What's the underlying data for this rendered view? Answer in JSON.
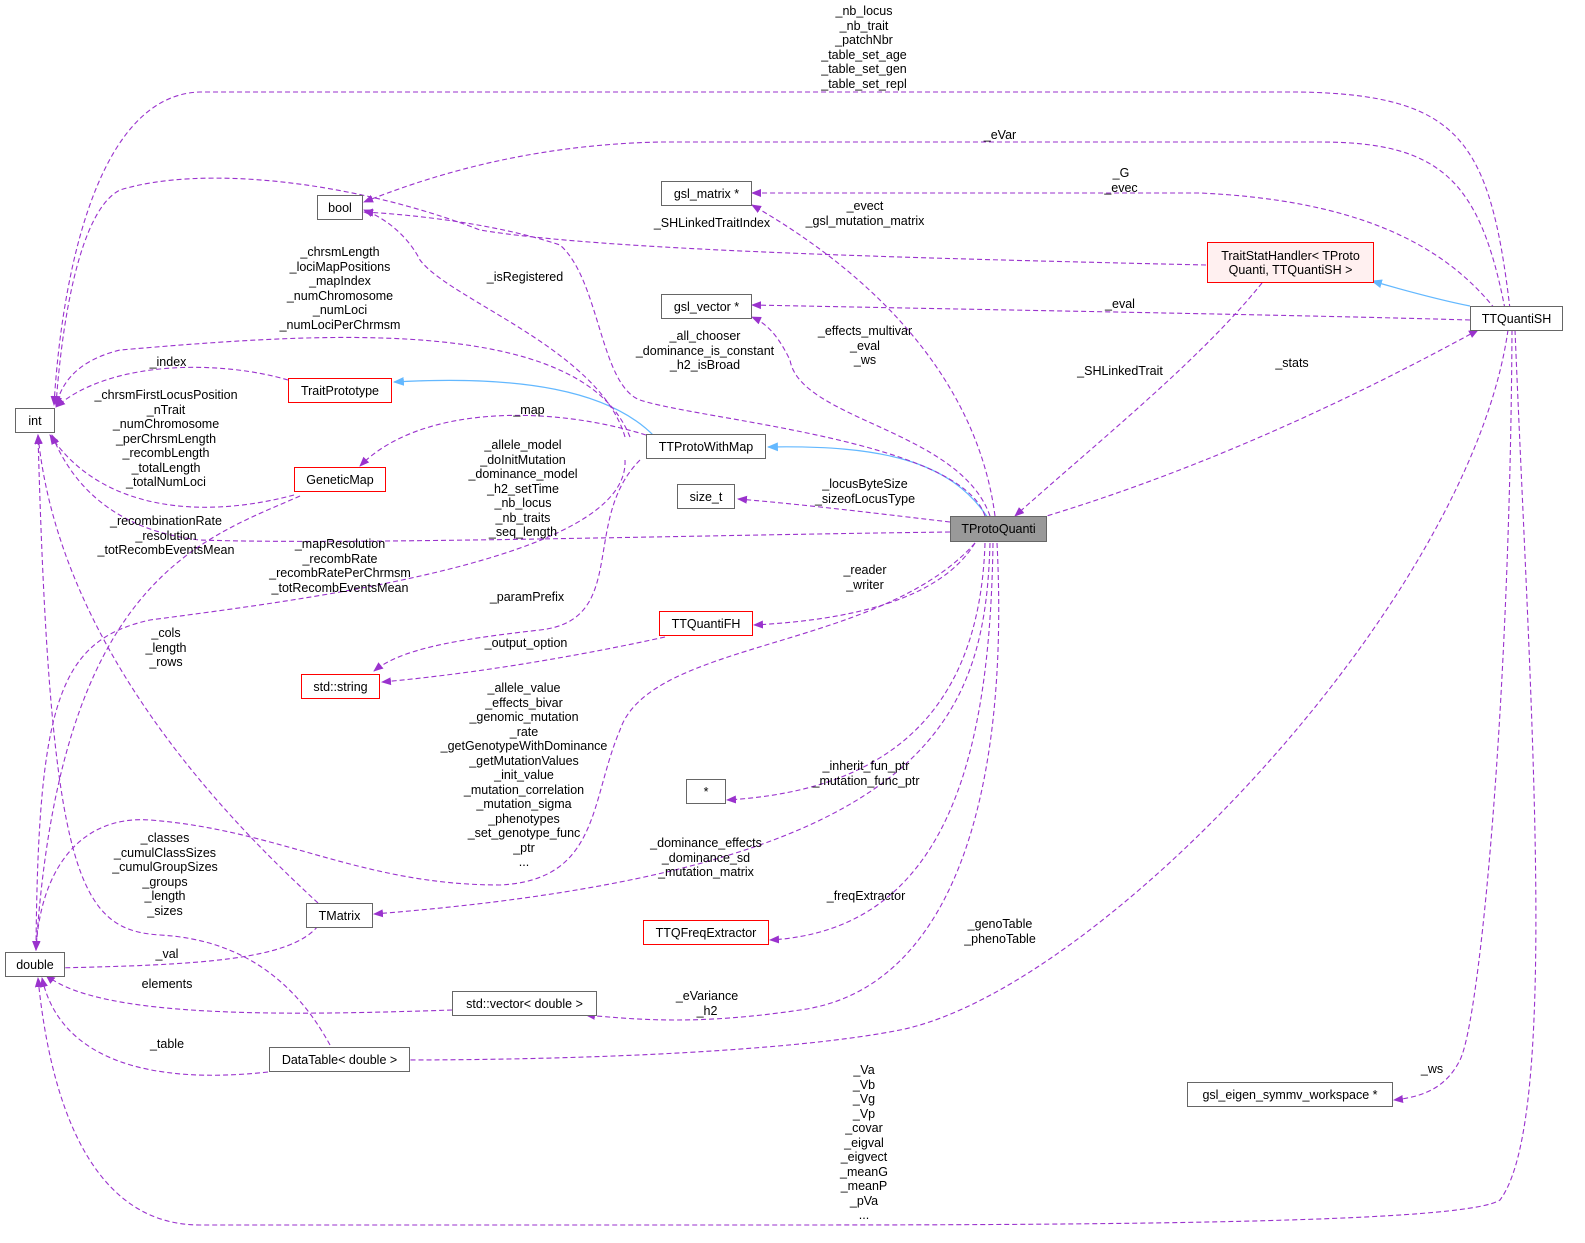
{
  "colors": {
    "dependency_edge": "#9a32cd",
    "inheritance_edge": "#63b8ff",
    "main_node_fill": "#999999",
    "undocumented_border": "#ff0000",
    "node_border": "#666666"
  },
  "nodes": {
    "int": "int",
    "bool": "bool",
    "double": "double",
    "gsl_matrix": "gsl_matrix *",
    "gsl_vector": "gsl_vector *",
    "size_t": "size_t",
    "star": "*",
    "trait_prototype": "TraitPrototype",
    "genetic_map": "GeneticMap",
    "ttproto_with_map": "TTProtoWithMap",
    "tproto_quanti": "TProtoQuanti",
    "std_string": "std::string",
    "ttquanti_fh": "TTQuantiFH",
    "ttq_freq_extractor": "TTQFreqExtractor",
    "tmatrix": "TMatrix",
    "std_vector_double": "std::vector< double >",
    "datatable_double": "DataTable< double >",
    "trait_stat_handler": "TraitStatHandler< TProto Quanti, TTQuantiSH >",
    "ttquanti_sh": "TTQuantiSH",
    "gsl_eigen_ws": "gsl_eigen_symmv_workspace *"
  },
  "edge_labels": {
    "sh_to_int": "_nb_locus\n_nb_trait\n_patchNbr\n_table_set_age\n_table_set_gen\n_table_set_repl",
    "sh_to_bool": "_eVar",
    "sh_to_gsl_matrix": "_G\n_evec",
    "tsh_to_int": "_SHLinkedTraitIndex",
    "sh_to_gsl_vector": "_eval",
    "proto_linked_trait": "_SHLinkedTrait",
    "sh_stats": "_stats",
    "quanti_to_gsl_matrix": "_evect\n_gsl_mutation_matrix",
    "map_to_int": "_chrsmLength\n_lociMapPositions\n_mapIndex\n_numChromosome\n_numLoci\n_numLociPerChrmsm",
    "is_registered": "_isRegistered",
    "quanti_to_bool": "_all_chooser\n_dominance_is_constant\n_h2_isBroad",
    "quanti_to_gsl_vector": "_effects_multivar\n_eval\n_ws",
    "index": "_index",
    "map": "_map",
    "genetic_map_to_int": "_chrsmFirstLocusPosition\n_nTrait\n_numChromosome\n_perChrsmLength\n_recombLength\n_totalLength\n_totalNumLoci",
    "quanti_to_int": "_allele_model\n_doInitMutation\n_dominance_model\n_h2_setTime\n_nb_locus\n_nb_traits\n_seq_length",
    "size_t": "_locusByteSize\n_sizeofLocusType",
    "genetic_map_to_double": "_recombinationRate\n_resolution\n_totRecombEventsMean",
    "map_to_double": "_mapResolution\n_recombRate\n_recombRatePerChrmsm\n_totRecombEventsMean",
    "reader_writer": "_reader\n_writer",
    "param_prefix": "_paramPrefix",
    "output_option": "_output_option",
    "tmatrix_to_int": "_cols\n_length\n_rows",
    "quanti_to_double": "_allele_value\n_effects_bivar\n_genomic_mutation\n_rate\n_getGenotypeWithDominance\n_getMutationValues\n_init_value\n_mutation_correlation\n_mutation_sigma\n_phenotypes\n_set_genotype_func\n_ptr\n...",
    "func_ptr": "_inherit_fun_ptr\n_mutation_func_ptr",
    "datatable_to_int": "_classes\n_cumulClassSizes\n_cumulGroupSizes\n_groups\n_length\n_sizes",
    "tmatrix": "_dominance_effects\n_dominance_sd\n_mutation_matrix",
    "freq_extractor": "_freqExtractor",
    "datatable": "_genoTable\n_phenoTable",
    "val": "_val",
    "elements": "elements",
    "std_vector": "_eVariance\n_h2",
    "table": "_table",
    "ws": "_ws",
    "sh_to_double": "_Va\n_Vb\n_Vg\n_Vp\n_covar\n_eigval\n_eigvect\n_meanG\n_meanP\n_pVa\n..."
  }
}
